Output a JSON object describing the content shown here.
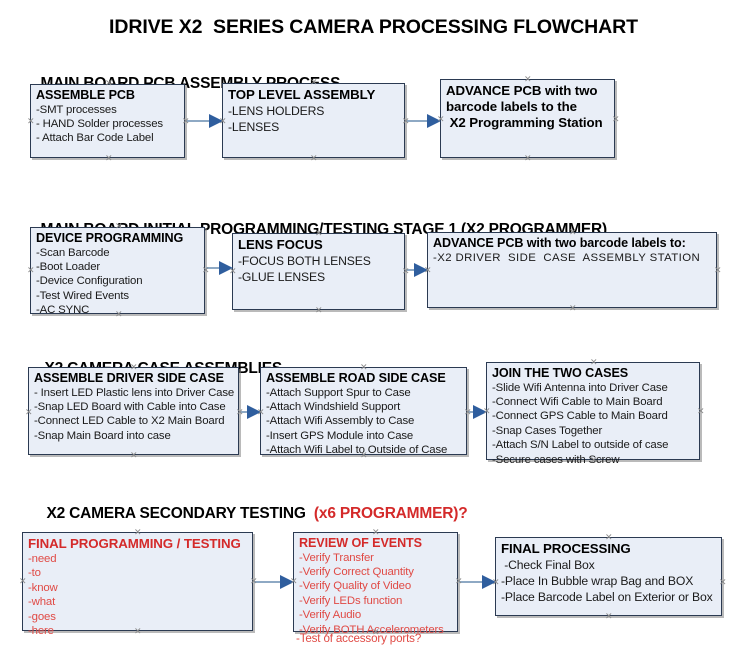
{
  "title": "IDRIVE X2  SERIES CAMERA PROCESSING FLOWCHART",
  "colors": {
    "box_fill": "#e9eef7",
    "box_border": "#2b3a52",
    "arrow": "#8ea9c4",
    "arrowhead": "#2f5e9e",
    "accent_red": "#d42a2a",
    "text": "#000000"
  },
  "sections": [
    {
      "id": "main-board-pcb-assembly-process",
      "header": "MAIN BOARD PCB ASSEMBLY PROCESS",
      "header_accent": "",
      "nodes": [
        {
          "id": "assemble-pcb",
          "title": "ASSEMBLE PCB",
          "lines": [
            "-SMT processes",
            "- HAND Solder processes",
            "- Attach Bar Code Label"
          ]
        },
        {
          "id": "top-level-assembly",
          "title": "TOP LEVEL ASSEMBLY",
          "lines": [
            "-LENS HOLDERS",
            "-LENSES"
          ]
        },
        {
          "id": "advance-pcb-to-x2-programming-station",
          "title": "ADVANCE PCB with two",
          "lines": [
            "barcode labels to the",
            " X2 Programming Station"
          ]
        }
      ]
    },
    {
      "id": "main-board-initial-programming-testing-stage-1",
      "header": "MAIN BOARD INITIAL PROGRAMMING/TESTING STAGE 1 (X2 PROGRAMMER)",
      "header_accent": "",
      "nodes": [
        {
          "id": "device-programming",
          "title": "DEVICE PROGRAMMING",
          "lines": [
            "-Scan Barcode",
            "-Boot Loader",
            "-Device Configuration",
            "-Test Wired Events",
            "-AC SYNC"
          ]
        },
        {
          "id": "lens-focus",
          "title": "LENS FOCUS",
          "lines": [
            "-FOCUS BOTH LENSES",
            "-GLUE LENSES"
          ]
        },
        {
          "id": "advance-pcb-to-driver-side-case-assembly",
          "title": "ADVANCE PCB with two barcode labels to:",
          "lines": [
            "-X2 DRIVER  SIDE  CASE  ASSEMBLY STATION"
          ]
        }
      ]
    },
    {
      "id": "x2-camera-case-assemblies",
      "header": "X2 CAMERA CASE ASSEMBLIES",
      "header_accent": "",
      "nodes": [
        {
          "id": "assemble-driver-side-case",
          "title": "ASSEMBLE DRIVER SIDE CASE",
          "lines": [
            "- Insert LED Plastic lens into Driver Case",
            "-Snap LED Board with Cable into Case",
            "-Connect LED Cable to X2 Main Board",
            "-Snap Main Board into case"
          ]
        },
        {
          "id": "assemble-road-side-case",
          "title": "ASSEMBLE ROAD SIDE CASE",
          "lines": [
            "-Attach Support Spur to Case",
            "-Attach Windshield Support",
            "-Attach Wifi Assembly to Case",
            "-Insert GPS Module into Case",
            "-Attach Wifi Label to Outside of Case"
          ]
        },
        {
          "id": "join-the-two-cases",
          "title": "JOIN THE TWO CASES",
          "lines": [
            "-Slide Wifi Antenna into Driver Case",
            "-Connect Wifi Cable to Main Board",
            "-Connect GPS Cable to Main Board",
            "-Snap Cases Together",
            "-Attach S/N Label to outside of case",
            "-Secure cases with Screw"
          ]
        }
      ]
    },
    {
      "id": "x2-camera-secondary-testing",
      "header": "X2 CAMERA SECONDARY TESTING ",
      "header_accent": " (x6 PROGRAMMER)?",
      "nodes": [
        {
          "id": "final-programming-testing",
          "title": "FINAL PROGRAMMING / TESTING",
          "lines": [
            "-need",
            "-to",
            "-know",
            "-what",
            "-goes",
            "-here"
          ]
        },
        {
          "id": "review-of-events",
          "title": "REVIEW OF EVENTS",
          "lines": [
            "-Verify Transfer",
            "-Verify Correct Quantity",
            "-Verify Quality of Video",
            "-Verify LEDs function",
            "-Verify Audio",
            "-Verify BOTH Accelerometers"
          ],
          "overflow_line": "-Test of accessory ports?"
        },
        {
          "id": "final-processing",
          "title": "FINAL PROCESSING",
          "lines": [
            " -Check Final Box",
            "-Place In Bubble wrap Bag and BOX",
            "-Place Barcode Label on Exterior or Box"
          ]
        }
      ]
    }
  ]
}
